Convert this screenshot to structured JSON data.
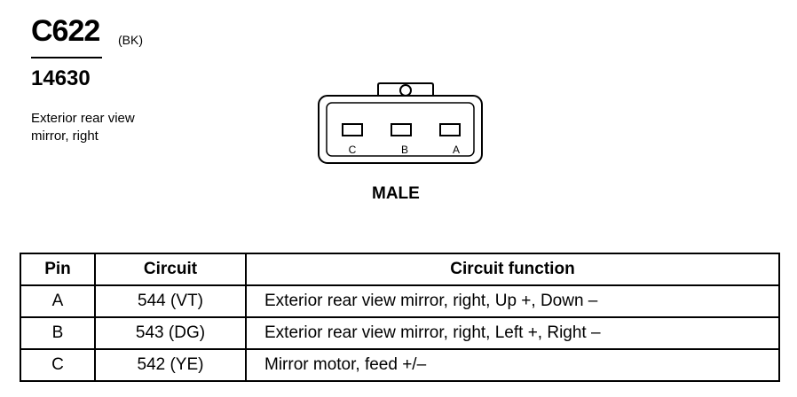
{
  "connector": {
    "id": "C622",
    "color_code": "(BK)",
    "part_number": "14630",
    "description_lines": [
      "Exterior rear view",
      "mirror, right"
    ],
    "gender": "MALE",
    "pin_labels": [
      "C",
      "B",
      "A"
    ]
  },
  "table": {
    "headers": [
      "Pin",
      "Circuit",
      "Circuit function"
    ],
    "rows": [
      {
        "pin": "A",
        "circuit": "544 (VT)",
        "function": "Exterior rear view mirror, right, Up +, Down –"
      },
      {
        "pin": "B",
        "circuit": "543 (DG)",
        "function": "Exterior rear view mirror, right, Left +, Right –"
      },
      {
        "pin": "C",
        "circuit": "542 (YE)",
        "function": "Mirror motor, feed +/–"
      }
    ]
  }
}
